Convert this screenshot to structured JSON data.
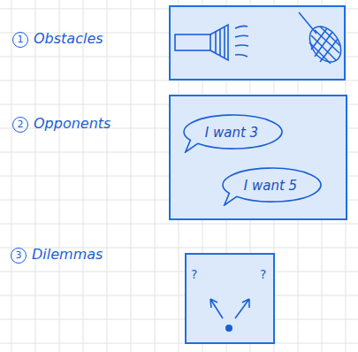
{
  "diagram": {
    "nodes": [
      {
        "text": [
          "I want 3"
        ]
      },
      {
        "text": [
          "I want 5"
        ]
      }
    ],
    "labels": [
      "1",
      "Obstacles",
      "2",
      "Opponents",
      "3",
      "Dilemmas",
      "?",
      "?"
    ]
  }
}
